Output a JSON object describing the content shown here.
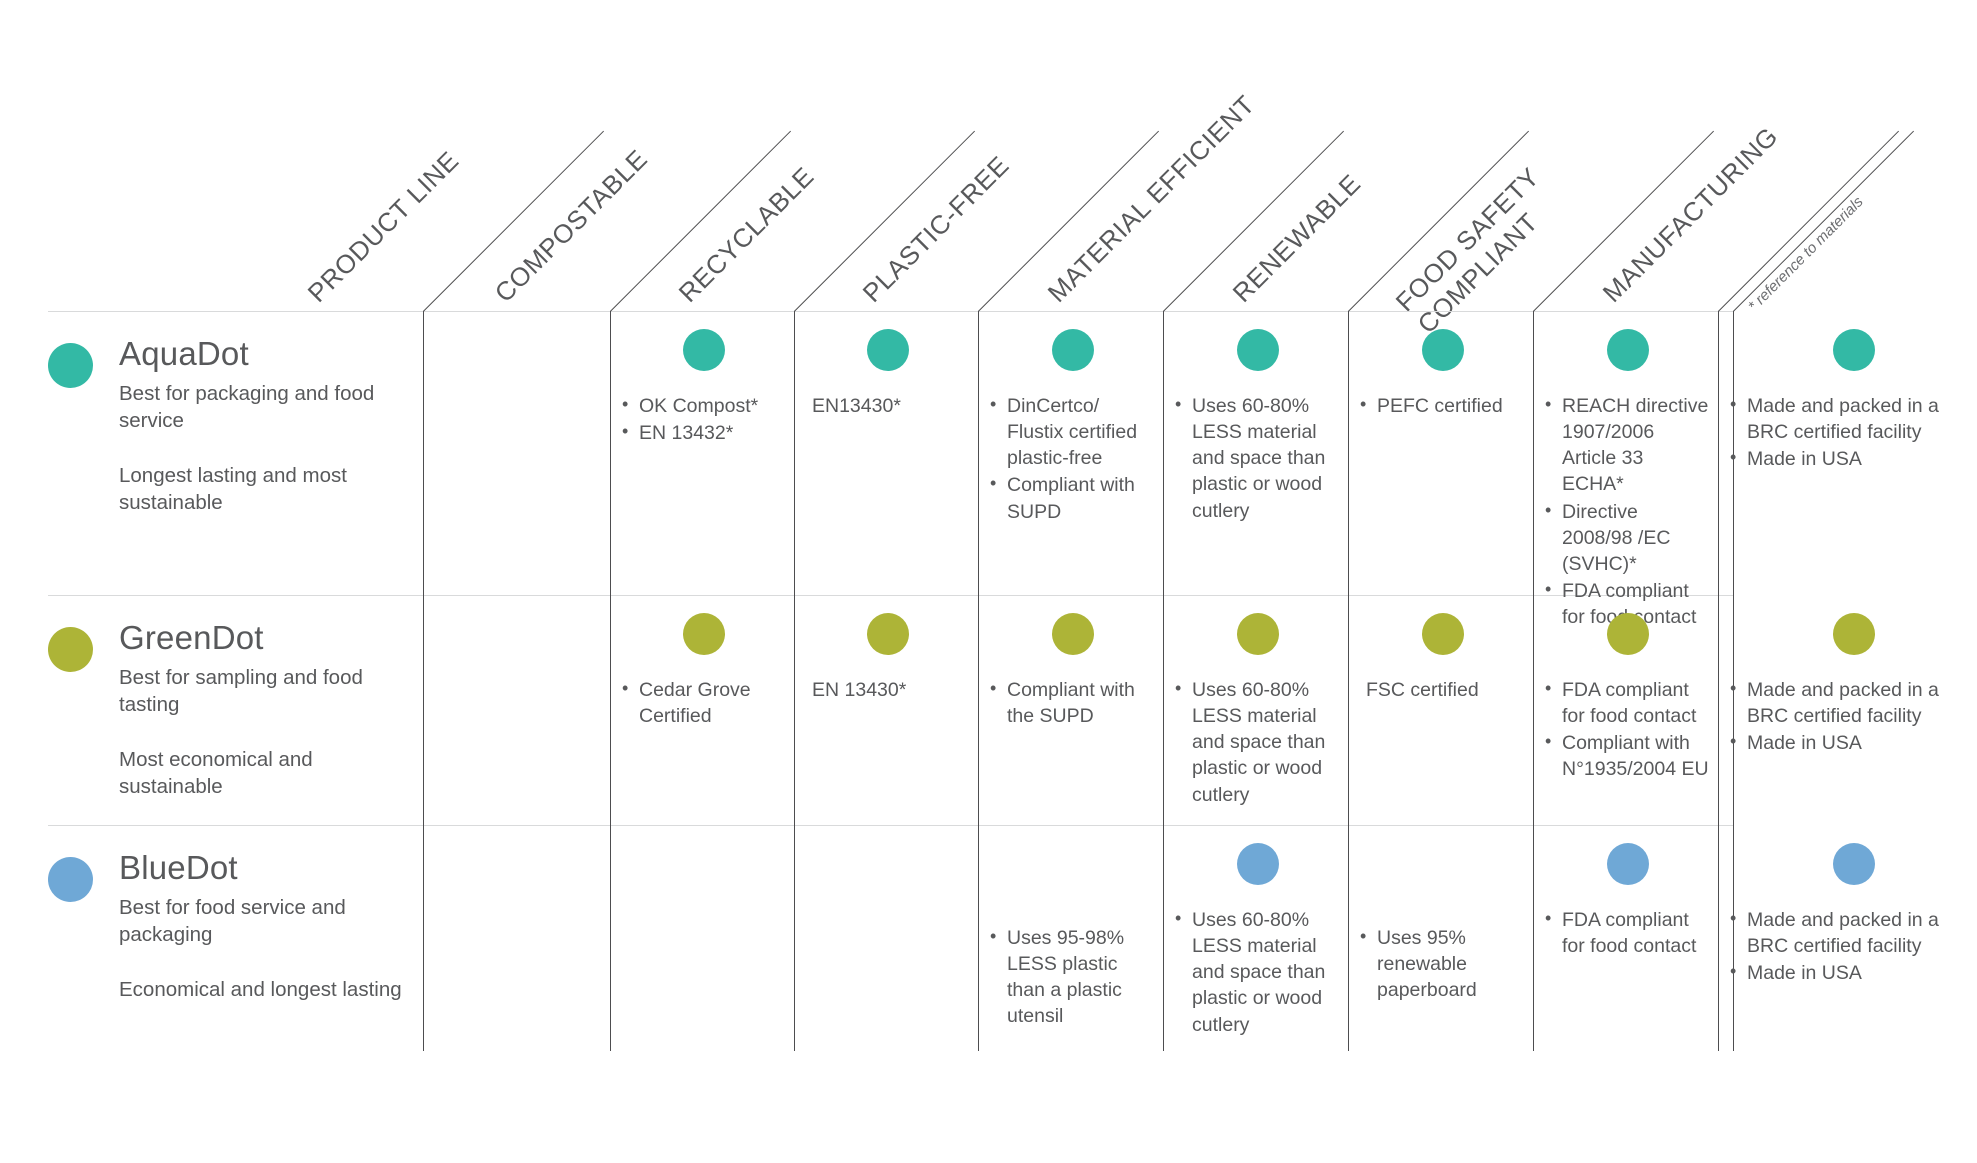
{
  "footnote": "* reference to materials",
  "colors": {
    "aquadot": "#33b9a5",
    "greendot": "#adb437",
    "bluedot": "#6fa8d6",
    "text": "#58595b",
    "gridline": "#4d4d4f",
    "rowline": "#d9dadb"
  },
  "columns": [
    {
      "key": "product_line",
      "label": "PRODUCT LINE"
    },
    {
      "key": "compostable",
      "label": "COMPOSTABLE"
    },
    {
      "key": "recyclable",
      "label": "RECYCLABLE"
    },
    {
      "key": "plastic_free",
      "label": "PLASTIC-FREE"
    },
    {
      "key": "material_efficient",
      "label": "MATERIAL EFFICIENT"
    },
    {
      "key": "renewable",
      "label": "RENEWABLE"
    },
    {
      "key": "food_safety_compliant",
      "label": "FOOD SAFETY\nCOMPLIANT"
    },
    {
      "key": "manufacturing",
      "label": "MANUFACTURING"
    }
  ],
  "rows": [
    {
      "name": "AquaDot",
      "color": "#33b9a5",
      "desc1": "Best for packaging and food service",
      "desc2": "Longest lasting and most sustainable",
      "cells": {
        "compostable": {
          "dot": true,
          "items": [
            "OK Compost*",
            "EN 13432*"
          ]
        },
        "recyclable": {
          "dot": true,
          "items": [
            "EN13430*"
          ],
          "nobullet": true
        },
        "plastic_free": {
          "dot": true,
          "items": [
            "DinCertco/ Flustix certified plastic-free",
            "Compliant with SUPD"
          ]
        },
        "material_efficient": {
          "dot": true,
          "items": [
            "Uses 60-80% LESS material and space than plastic or wood cutlery"
          ]
        },
        "renewable": {
          "dot": true,
          "items": [
            "PEFC certified"
          ]
        },
        "food_safety_compliant": {
          "dot": true,
          "items": [
            "REACH directive 1907/2006 Article 33 ECHA*",
            "Directive 2008/98 /EC (SVHC)*",
            "FDA compliant for food contact"
          ]
        },
        "manufacturing": {
          "dot": true,
          "items": [
            "Made and packed in a BRC certified facility",
            "Made in USA"
          ]
        }
      }
    },
    {
      "name": "GreenDot",
      "color": "#adb437",
      "desc1": "Best for sampling and food tasting",
      "desc2": "Most economical and sustainable",
      "cells": {
        "compostable": {
          "dot": true,
          "items": [
            "Cedar Grove Certified"
          ]
        },
        "recyclable": {
          "dot": true,
          "items": [
            "EN 13430*"
          ],
          "nobullet": true
        },
        "plastic_free": {
          "dot": true,
          "items": [
            "Compliant with the SUPD"
          ]
        },
        "material_efficient": {
          "dot": true,
          "items": [
            "Uses 60-80% LESS material and space than plastic or wood cutlery"
          ]
        },
        "renewable": {
          "dot": true,
          "items": [
            "FSC certified"
          ],
          "nobullet": true
        },
        "food_safety_compliant": {
          "dot": true,
          "items": [
            "FDA compliant for food contact",
            "Compliant with N°1935/2004 EU"
          ]
        },
        "manufacturing": {
          "dot": true,
          "items": [
            "Made and packed in a BRC certified facility",
            "Made in USA"
          ]
        }
      }
    },
    {
      "name": "BlueDot",
      "color": "#6fa8d6",
      "desc1": "Best for food service and packaging",
      "desc2": "Economical and longest lasting",
      "cells": {
        "compostable": {
          "dot": false,
          "items": []
        },
        "recyclable": {
          "dot": false,
          "items": []
        },
        "plastic_free": {
          "dot": false,
          "items": [
            "Uses 95-98% LESS plastic than a plastic utensil"
          ]
        },
        "material_efficient": {
          "dot": true,
          "items": [
            "Uses 60-80% LESS material and space than plastic or wood cutlery"
          ]
        },
        "renewable": {
          "dot": false,
          "items": [
            "Uses 95% renewable paperboard"
          ]
        },
        "food_safety_compliant": {
          "dot": true,
          "items": [
            "FDA compliant for food contact"
          ]
        },
        "manufacturing": {
          "dot": true,
          "items": [
            "Made and packed in a BRC certified facility",
            "Made in USA"
          ]
        }
      }
    }
  ]
}
